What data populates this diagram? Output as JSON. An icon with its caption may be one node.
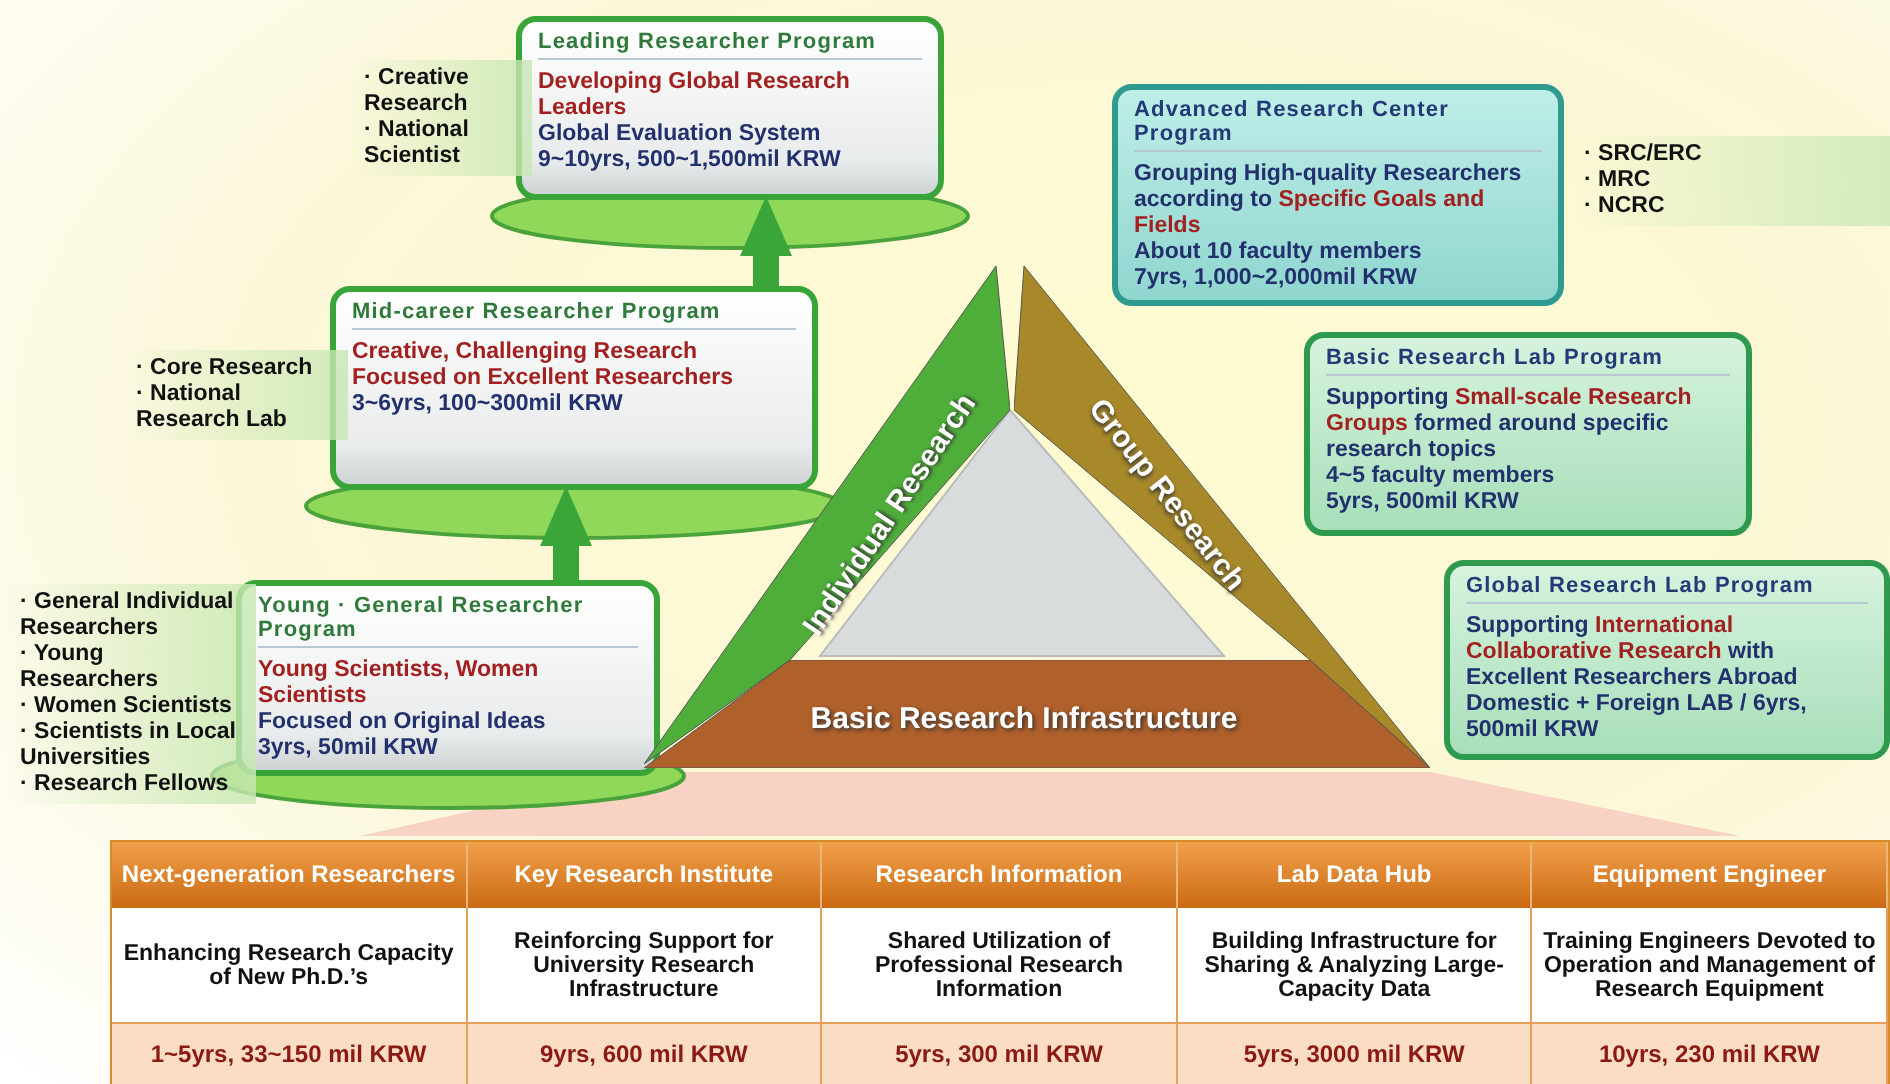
{
  "diagram": {
    "nodes": [
      {
        "text": [
          "Leading Researcher Program",
          "*Developing Global Research Leaders*",
          "Global Evaluation System",
          "9~10yrs, 500~1,500mil KRW"
        ],
        "beside": [
          "· Creative Research",
          "· National Scientist"
        ]
      },
      {
        "text": [
          "Mid-career Researcher Program",
          "*Creative, Challenging Research*",
          "*Focused on Excellent Researchers*",
          "3~6yrs, 100~300mil KRW"
        ],
        "beside": [
          "· Core Research",
          "· National Research Lab"
        ]
      },
      {
        "text": [
          "Young · General Researcher Program",
          "*Young Scientists, Women Scientists*",
          "Focused on Original Ideas",
          "3yrs, 50mil KRW"
        ],
        "beside": [
          "· General Individual Researchers",
          "· Young Researchers",
          "· Women Scientists",
          "· Scientists in Local Universities",
          "· Research Fellows"
        ]
      },
      {
        "text": [
          "Advanced Research Center Program",
          "Grouping High-quality Researchers according to *Specific Goals and Fields*",
          "About 10 faculty members",
          "7yrs, 1,000~2,000mil KRW"
        ],
        "beside": [
          "· SRC/ERC",
          "· MRC",
          "· NCRC"
        ]
      },
      {
        "text": [
          "Basic Research Lab Program",
          "Supporting *Small-scale Research Groups* formed around specific research topics",
          "4~5 faculty members",
          "5yrs, 500mil KRW"
        ]
      },
      {
        "text": [
          "Global Research Lab Program",
          "Supporting *International Collaborative Research* with Excellent Researchers Abroad",
          "Domestic + Foreign LAB / 6yrs, 500mil KRW"
        ]
      },
      {
        "text": [
          "Individual Research"
        ]
      },
      {
        "text": [
          "Group Research"
        ]
      },
      {
        "text": [
          "Basic Research Infrastructure"
        ]
      }
    ],
    "edges": [
      {
        "from": 2,
        "to": 1,
        "arrow": "to"
      },
      {
        "from": 1,
        "to": 0,
        "arrow": "to"
      }
    ],
    "labels": [
      "Next-generation Researchers",
      "Key Research Institute",
      "Research Information",
      "Lab Data Hub",
      "Equipment Engineer",
      "Enhancing Research Capacity of New Ph.D.’s",
      "Reinforcing Support for University Research Infrastructure",
      "Shared Utilization of Professional Research Information",
      "Building Infrastructure for Sharing & Analyzing Large-Capacity Data",
      "Training Engineers Devoted to Operation and Management of Research Equipment",
      "1~5yrs, 33~150 mil KRW",
      "9yrs, 600 mil KRW",
      "5yrs, 300 mil KRW",
      "5yrs, 3000 mil KRW",
      "10yrs, 230 mil KRW"
    ]
  }
}
